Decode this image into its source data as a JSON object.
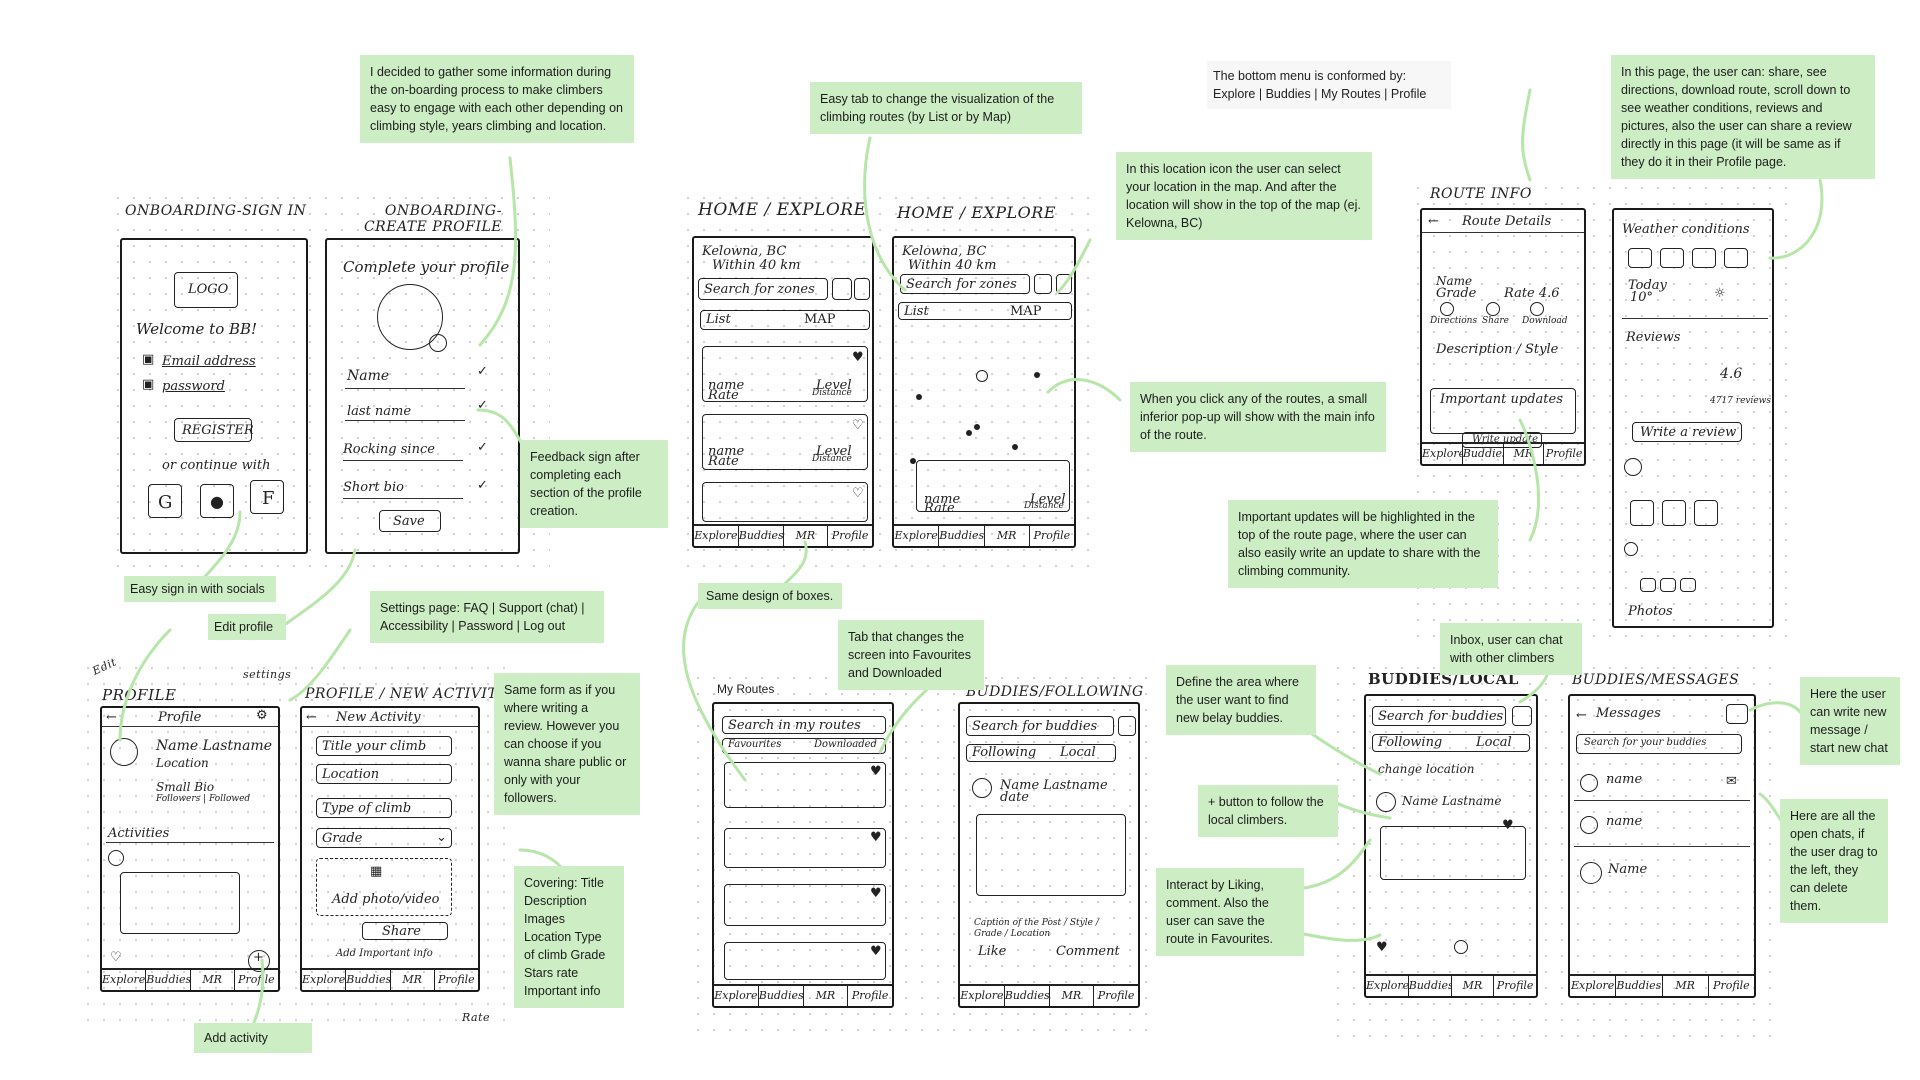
{
  "notes": {
    "onboarding_info": "I decided to gather some information during the on-boarding process to make climbers easy to engage with each other depending on climbing style, years climbing and location.",
    "easy_tab": "Easy tab to change the visualization of the climbing routes (by List or by Map)",
    "bottom_menu": "The bottom menu is conformed by: Explore | Buddies | My Routes | Profile",
    "route_page": "In this page, the user can: share, see directions, download route, scroll down to see weather conditions, reviews and pictures, also the user can share a review directly in this page (it will be same as if they do it in their Profile page.",
    "location_icon": "In this location icon the user can select your location in the map. And after the location will show in the top of the map (ej. Kelowna, BC)",
    "feedback_sign": "Feedback sign after completing each section of the profile creation.",
    "popup": "When you click any of the routes, a small inferior pop-up will show with the main info of the route.",
    "important_updates": "Important updates will be highlighted in the top of the route page, where the user can also easily write an update to share with the climbing community.",
    "easy_sign_in": "Easy sign in with socials",
    "edit_profile": "Edit profile",
    "settings_page": "Settings page: FAQ | Support (chat) | Accessibility | Password | Log out",
    "same_design": "Same design of boxes.",
    "tab_favourites": "Tab that changes the screen into Favourites and Downloaded",
    "inbox": "Inbox, user can chat with other climbers",
    "define_area": "Define the area where the user want to find new belay buddies.",
    "write_message": "Here the user can write new message / start new chat",
    "same_form": "Same form as if you where writing a review. However you can choose if you wanna share public or only with your followers.",
    "follow_button": "+ button to follow the local climbers.",
    "open_chats": "Here are all the open chats, if the user drag to the left, they can delete them.",
    "interact": "Interact by Liking, comment. Also the user can save the route in Favourites.",
    "covering": "Covering: Title Description Images Location Type of climb Grade Stars rate Important info",
    "add_activity": "Add activity"
  },
  "screens": {
    "signin_title": "ONBOARDING-SIGN IN",
    "create_title": "ONBOARDING-CREATE PROFILE",
    "home1_title": "HOME / EXPLORE",
    "home2_title": "HOME / EXPLORE",
    "route_title": "ROUTE INFO",
    "profile_title": "PROFILE",
    "activity_title": "PROFILE / NEW ACTIVITY",
    "myroutes_title": "My Routes",
    "buddies_following_title": "BUDDIES/FOLLOWING",
    "buddies_local_title": "BUDDIES/LOCAL",
    "buddies_messages_title": "BUDDIES/MESSAGES",
    "edit_mark": "Edit",
    "settings_mark": "settings",
    "rate_mark": "Rate"
  },
  "signin": {
    "logo": "LOGO",
    "welcome": "Welcome to BB!",
    "email": "Email address",
    "password": "password",
    "register": "REGISTER",
    "continue": "or continue with",
    "social_g": "G",
    "social_a": "",
    "social_f": "F"
  },
  "create": {
    "heading": "Complete your profile",
    "name": "Name",
    "last_name": "last name",
    "rocking_since": "Rocking since",
    "short_bio": "Short bio",
    "save": "Save"
  },
  "home": {
    "location": "Kelowna, BC",
    "radius": "Within 40 km",
    "search": "Search for zones",
    "tab_list": "List",
    "tab_map": "MAP",
    "card_name": "name",
    "card_rate": "Rate",
    "card_level": "Level",
    "card_distance": "Distance"
  },
  "menu": {
    "explore": "Explore",
    "buddies": "Buddies",
    "myroutes": "MR",
    "profile": "Profile"
  },
  "route": {
    "header": "Route Details",
    "name": "Name",
    "grade": "Grade",
    "rate": "Rate 4.6",
    "directions": "Directions",
    "share": "Share",
    "download": "Download",
    "description": "Description / Style",
    "important": "Important updates",
    "write": "Write update",
    "weather": "Weather conditions",
    "today": "Today",
    "temp": "10°",
    "reviews": "Reviews",
    "score": "4.6",
    "reviews_count": "4717 reviews",
    "write_review": "Write a review",
    "photos": "Photos"
  },
  "profile": {
    "header": "Profile",
    "name": "Name Lastname",
    "location": "Location",
    "bio": "Small Bio",
    "followers": "Followers | Followed",
    "activities": "Activities"
  },
  "activity": {
    "header": "New Activity",
    "title": "Title your climb",
    "location": "Location",
    "type": "Type of climb",
    "grade": "Grade",
    "photo": "Add photo/video",
    "share": "Share",
    "important": "Add Important info"
  },
  "myroutes": {
    "search": "Search in my routes",
    "favourites": "Favourites",
    "downloaded": "Downloaded"
  },
  "buddies": {
    "search": "Search for buddies",
    "following": "Following",
    "local": "Local",
    "name": "Name Lastname",
    "date": "date",
    "caption": "Caption of the Post / Style / Grade / Location",
    "like": "Like",
    "comment": "Comment",
    "change_location": "change location",
    "messages": "Messages",
    "search_buddies": "Search for your buddies",
    "chat1": "name",
    "chat2": "name",
    "chat3": "Name"
  }
}
